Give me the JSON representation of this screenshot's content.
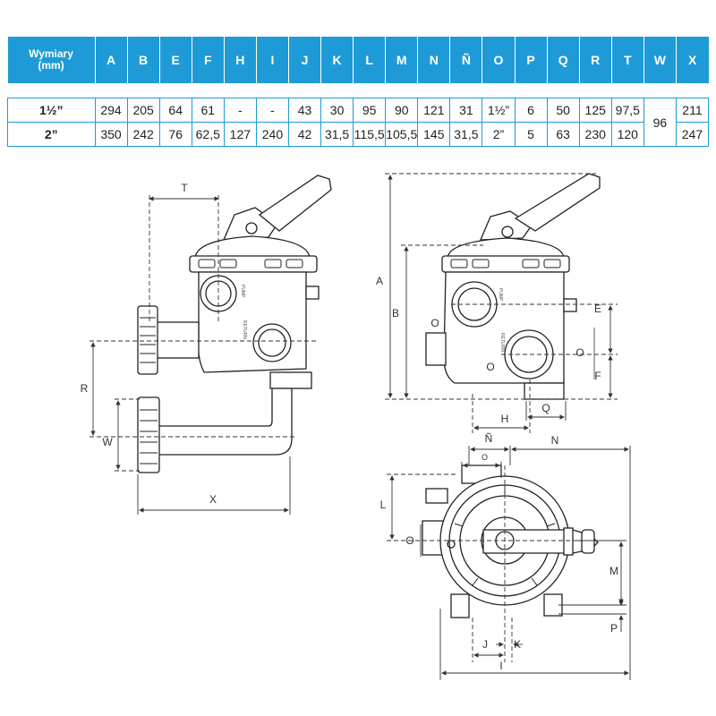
{
  "table": {
    "header_label_line1": "Wymiary",
    "header_label_line2": "(mm)",
    "columns": [
      "A",
      "B",
      "E",
      "F",
      "H",
      "I",
      "J",
      "K",
      "L",
      "M",
      "N",
      "Ñ",
      "O",
      "P",
      "Q",
      "R",
      "T",
      "W",
      "X"
    ],
    "rows": [
      {
        "label": "1½”",
        "values": [
          "294",
          "205",
          "64",
          "61",
          "-",
          "-",
          "43",
          "30",
          "95",
          "90",
          "121",
          "31",
          "1½”",
          "6",
          "50",
          "125",
          "97,5",
          "96",
          "211"
        ]
      },
      {
        "label": "2”",
        "values": [
          "350",
          "242",
          "76",
          "62,5",
          "127",
          "240",
          "42",
          "31,5",
          "115,5",
          "105,5",
          "145",
          "31,5",
          "2”",
          "5",
          "63",
          "230",
          "120",
          "",
          "247"
        ]
      }
    ],
    "accent_color": "#1e9bd7"
  },
  "drawing": {
    "labels": {
      "T": "T",
      "R": "R",
      "W": "W",
      "X": "X",
      "A": "A",
      "B": "B",
      "E": "E",
      "F": "F",
      "O_left": "O",
      "O_mid": "O",
      "O_right": "O",
      "O_top": "O",
      "O_plan": "O",
      "H": "H",
      "Q": "Q",
      "N_tilde": "Ñ",
      "N": "N",
      "L": "L",
      "M": "M",
      "P": "P",
      "J": "J",
      "K": "K",
      "I": "I"
    },
    "port_text_pump": "PUMP",
    "port_text_return": "RETURN"
  }
}
